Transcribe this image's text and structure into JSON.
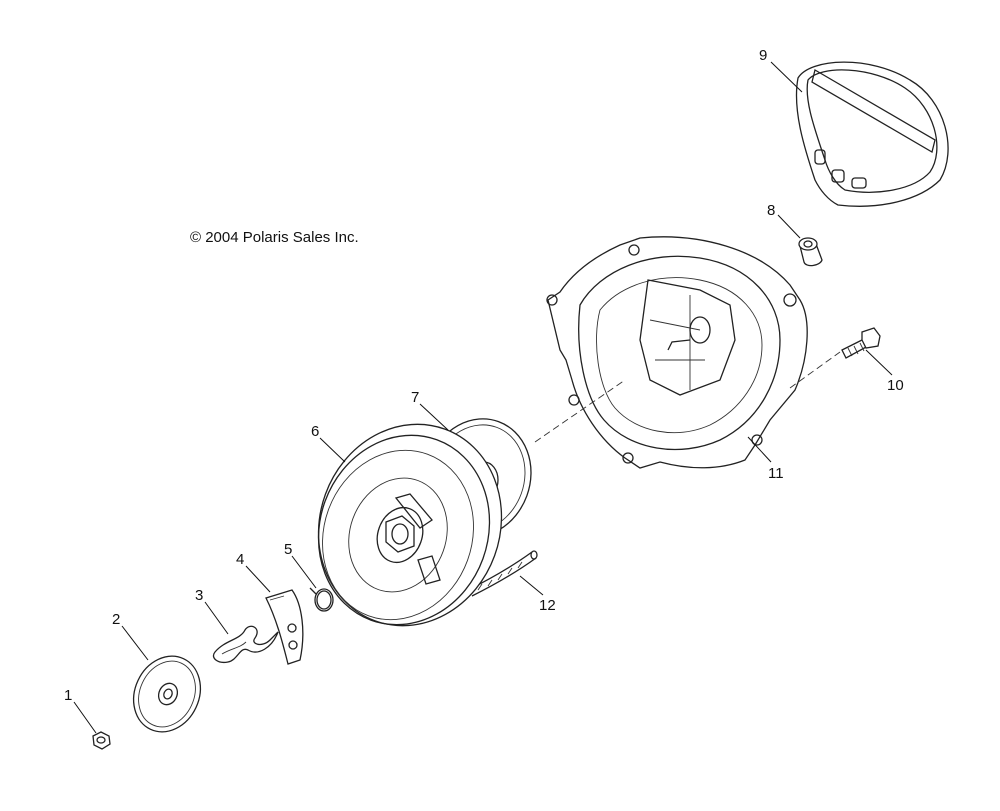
{
  "copyright": "© 2004 Polaris Sales Inc.",
  "callouts": [
    "1",
    "2",
    "3",
    "4",
    "5",
    "6",
    "7",
    "8",
    "9",
    "10",
    "11",
    "12"
  ]
}
